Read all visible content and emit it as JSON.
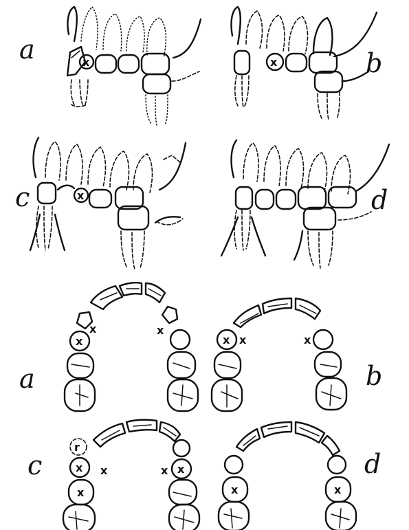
{
  "labels": {
    "lateral_a": "a",
    "lateral_b": "b",
    "lateral_c": "c",
    "lateral_d": "d",
    "arch_a": "a",
    "arch_b": "b",
    "arch_c": "c",
    "arch_d": "d"
  },
  "marks": {
    "x": "x",
    "small_x": "x",
    "r": "r"
  },
  "colors": {
    "ink": "#111111",
    "paper": "#ffffff"
  }
}
